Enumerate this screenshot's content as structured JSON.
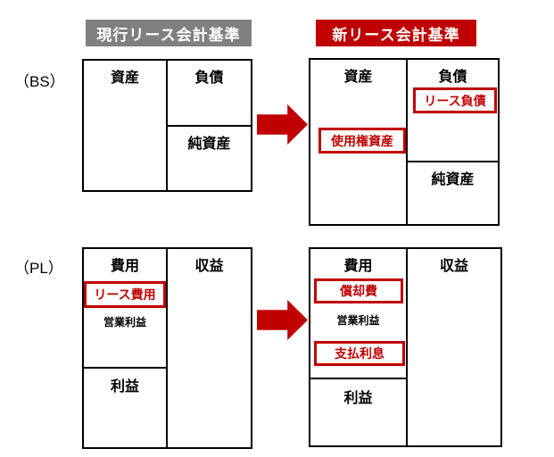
{
  "colors": {
    "accent_red": "#C00000",
    "header_gray": "#808080",
    "border_black": "#000000",
    "page_bg": "#FFFFFF"
  },
  "headers": {
    "current": "現行リース会計基準",
    "new": "新リース会計基準"
  },
  "row_labels": {
    "bs": "（BS）",
    "pl": "（PL）"
  },
  "diagrams": {
    "bs_current": {
      "assets": "資産",
      "liabilities": "負債",
      "net_assets": "純資産"
    },
    "bs_new": {
      "assets": "資産",
      "liabilities": "負債",
      "net_assets": "純資産",
      "right_of_use_asset": "使用権資産",
      "lease_liability": "リース負債"
    },
    "pl_current": {
      "expenses": "費用",
      "revenue": "収益",
      "lease_expense": "リース費用",
      "operating_profit": "営業利益",
      "profit": "利益"
    },
    "pl_new": {
      "expenses": "費用",
      "revenue": "収益",
      "depreciation": "償却費",
      "operating_profit": "営業利益",
      "interest_expense": "支払利息",
      "profit": "利益"
    }
  },
  "icons": {
    "arrow_bs": "block-arrow-right",
    "arrow_pl": "block-arrow-right"
  }
}
